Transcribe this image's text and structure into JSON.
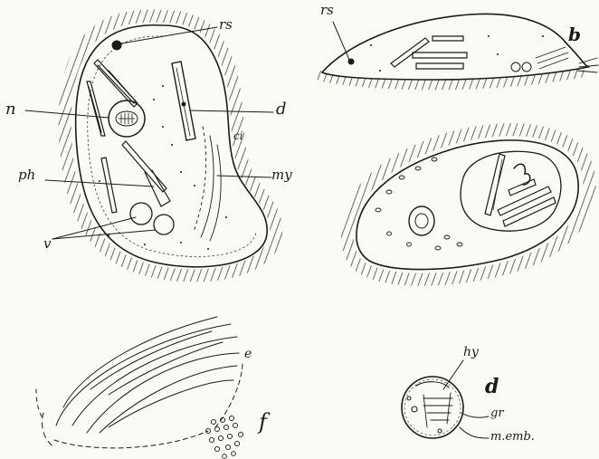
{
  "figure": {
    "title": "",
    "panels": [
      {
        "id": "a",
        "labels": {
          "rs": "rs",
          "n": "n",
          "d": "d",
          "ci": "ci",
          "ph": "ph",
          "my": "my",
          "v": "v"
        }
      },
      {
        "id": "b",
        "labels": {
          "rs": "rs",
          "b": "b"
        }
      },
      {
        "id": "c",
        "labels": {}
      },
      {
        "id": "e",
        "labels": {
          "e": "e",
          "f": "f"
        }
      },
      {
        "id": "d",
        "labels": {
          "d": "d",
          "hy": "hy",
          "gr": "gr",
          "memb": "m.emb."
        }
      }
    ]
  },
  "colors": {
    "ink": "#1b1b1b",
    "paper": "#fbfbf6"
  }
}
